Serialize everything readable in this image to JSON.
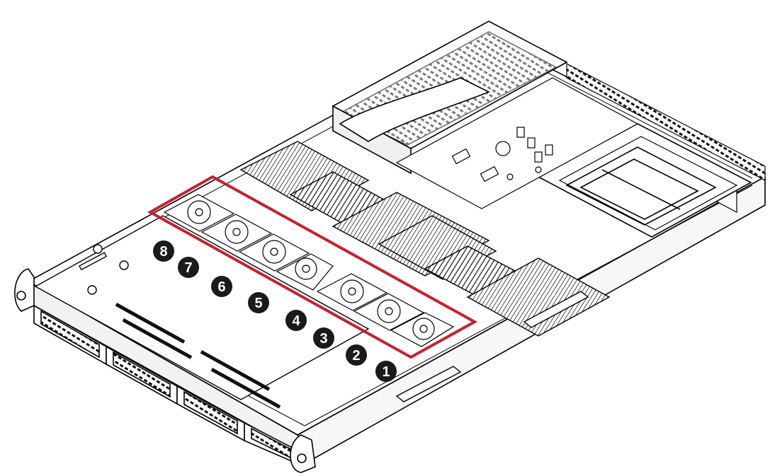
{
  "diagram": {
    "highlight_color": "#c8202f",
    "line_color": "#000000",
    "background_color": "#ffffff",
    "callouts": [
      {
        "label": "1"
      },
      {
        "label": "2"
      },
      {
        "label": "3"
      },
      {
        "label": "4"
      },
      {
        "label": "5"
      },
      {
        "label": "6"
      },
      {
        "label": "7"
      },
      {
        "label": "8"
      }
    ]
  }
}
